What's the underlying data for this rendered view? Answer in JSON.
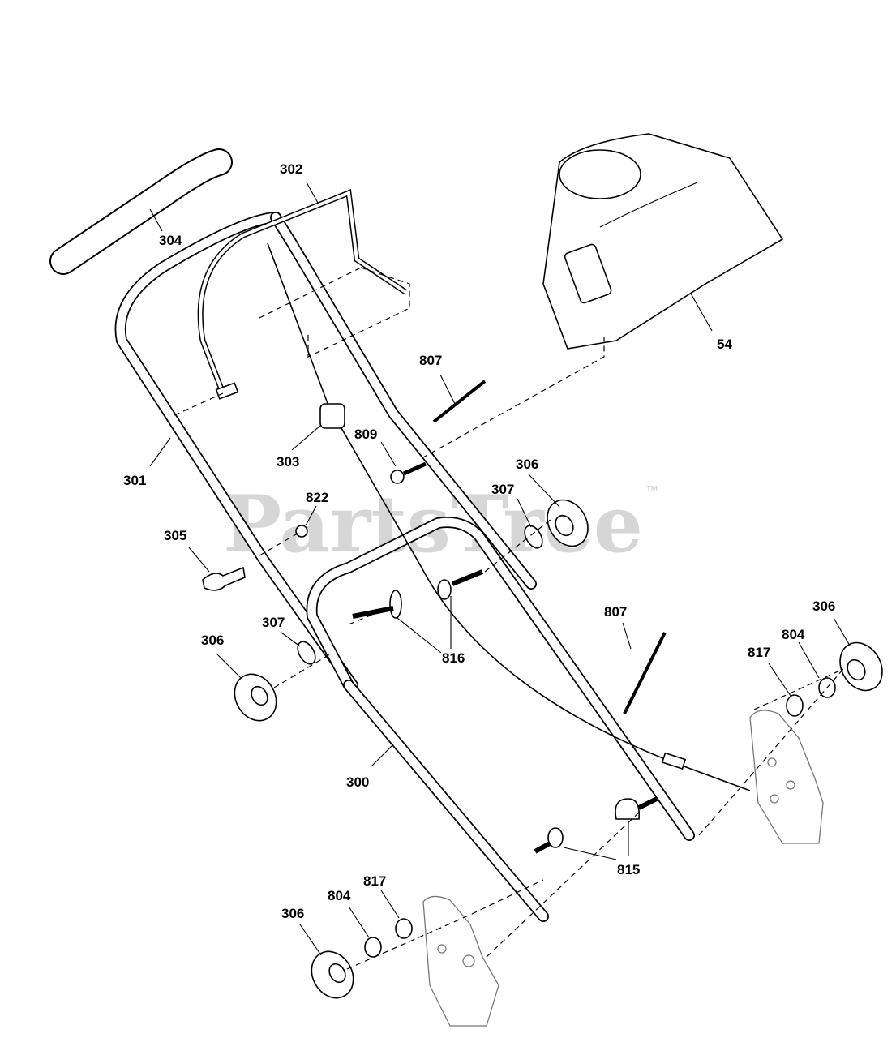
{
  "watermark": {
    "text": "PartsTree",
    "trademark": "™"
  },
  "labels": {
    "p304": "304",
    "p302": "302",
    "p54": "54",
    "p807a": "807",
    "p807b": "807",
    "p301": "301",
    "p303": "303",
    "p809": "809",
    "p306a": "306",
    "p307a": "307",
    "p822": "822",
    "p305": "305",
    "p307b": "307",
    "p306b": "306",
    "p816": "816",
    "p300": "300",
    "p817a": "817",
    "p804a": "804",
    "p306c": "306",
    "p815": "815",
    "p806": "804",
    "p817b": "817",
    "p306d": "306"
  }
}
